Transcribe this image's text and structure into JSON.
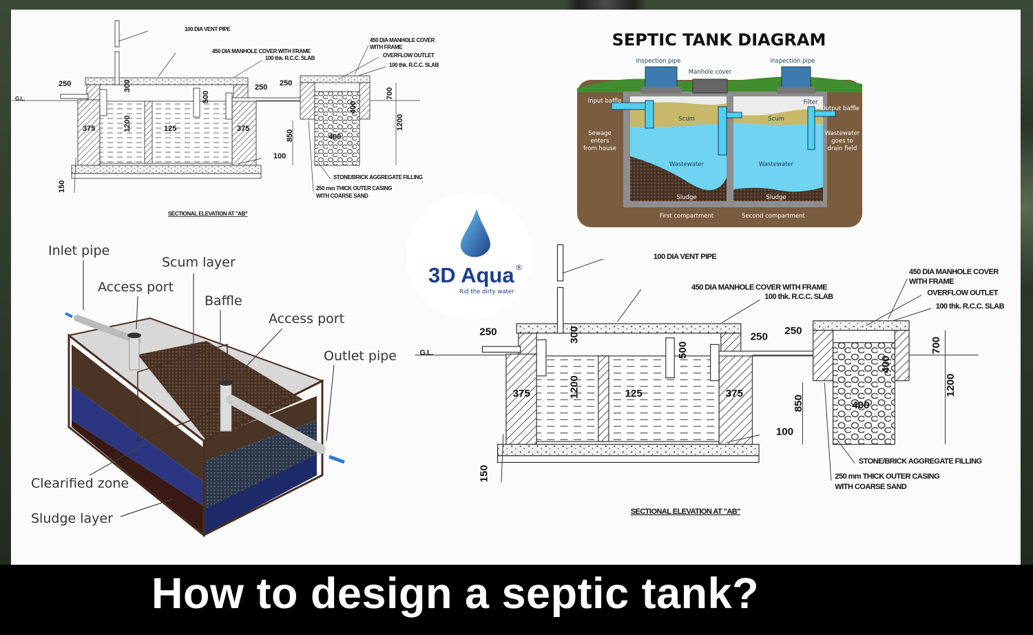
{
  "title": "How to design a septic tank?",
  "colors": {
    "navy": "#1b3f8b",
    "soil": "#7a5c3e",
    "water": "#6fd3f2",
    "scum": "#c8b96a",
    "title_bar": "#000000"
  },
  "cad": {
    "labels": [
      "100 DIA VENT PIPE",
      "450 DIA MANHOLE COVER WITH FRAME",
      "100 thk. R.C.C. SLAB",
      "450 DIA MANHOLE COVER",
      "WITH FRAME",
      "OVERFLOW OUTLET",
      "100 thk. R.C.C. SLAB",
      "STONE/BRICK AGGREGATE FILLING",
      "250 mm THICK OUTER CASING",
      "WITH COARSE SAND",
      "SECTIONAL ELEVATION AT \"AB\"",
      "G.L."
    ],
    "dimensions": [
      "250",
      "250",
      "250",
      "300",
      "500",
      "1200",
      "125",
      "375",
      "375",
      "100",
      "850",
      "400",
      "400",
      "700",
      "1200",
      "150"
    ]
  },
  "septic_diagram": {
    "title": "SEPTIC TANK DIAGRAM",
    "inspection_pipe_1": "Inspection pipe",
    "manhole_cover": "Manhole cover",
    "inspection_pipe_2": "Inspection pipe",
    "input_baffle": "Input baffle",
    "filter": "Filter",
    "output_baffle": "Output baffle",
    "scum_1": "Scum",
    "scum_2": "Scum",
    "sewage_enters": [
      "Sewage",
      "enters",
      "from house"
    ],
    "wastewater_goes": [
      "Wastewater",
      "goes to",
      "drain field"
    ],
    "wastewater_1": "Wastewater",
    "wastewater_2": "Wastewater",
    "sludge_1": "Sludge",
    "sludge_2": "Sludge",
    "first_compartment": "First compartment",
    "second_compartment": "Second compartment"
  },
  "tank_3d": {
    "inlet_pipe": "Inlet pipe",
    "scum_layer": "Scum layer",
    "access_port_1": "Access port",
    "baffle": "Baffle",
    "access_port_2": "Access port",
    "outlet_pipe": "Outlet pipe",
    "clarified_zone": "Clearified zone",
    "sludge_layer": "Sludge layer"
  },
  "logo": {
    "brand": "3D Aqua",
    "registered": "®",
    "tagline": "Rid the dirty water"
  }
}
